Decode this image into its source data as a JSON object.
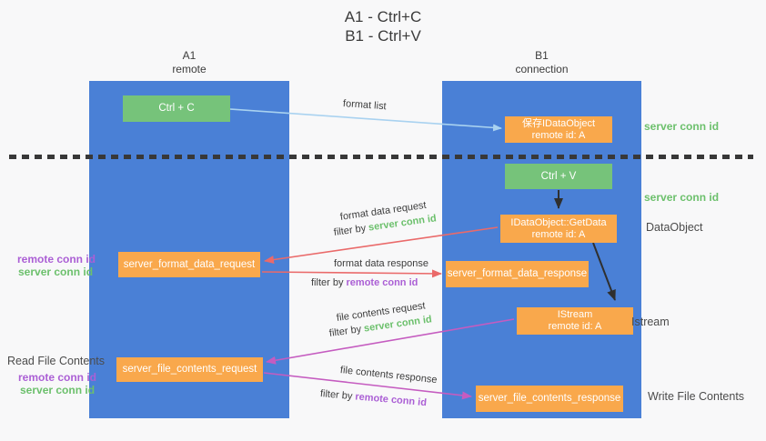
{
  "title": {
    "line1": "A1 - Ctrl+C",
    "line2": "B1 - Ctrl+V"
  },
  "lifelines": {
    "left": {
      "name": "A1",
      "role": "remote"
    },
    "right": {
      "name": "B1",
      "role": "connection"
    }
  },
  "nodes": {
    "ctrl_c": {
      "label": "Ctrl + C"
    },
    "save_dataobject": {
      "line1": "保存IDataObject",
      "line2": "remote id: A"
    },
    "ctrl_v": {
      "label": "Ctrl + V"
    },
    "getdata": {
      "line1": "IDataObject::GetData",
      "line2": "remote id: A"
    },
    "format_request": {
      "label": "server_format_data_request"
    },
    "format_response": {
      "label": "server_format_data_response"
    },
    "istream": {
      "line1": "IStream",
      "line2": "remote id: A"
    },
    "file_request": {
      "label": "server_file_contents_request"
    },
    "file_response": {
      "label": "server_file_contents_response"
    }
  },
  "edges": {
    "format_list": {
      "label": "format list"
    },
    "format_data_request": {
      "label": "format data request",
      "filter_prefix": "filter by ",
      "filter_key": "server conn id"
    },
    "format_data_response": {
      "label": "format data response",
      "filter_prefix": "filter by ",
      "filter_key": "remote conn id"
    },
    "file_contents_request": {
      "label": "file contents request",
      "filter_prefix": "filter by ",
      "filter_key": "server conn id"
    },
    "file_contents_response": {
      "label": "file contents response",
      "filter_prefix": "filter by ",
      "filter_key": "remote conn id"
    }
  },
  "annotations": {
    "server_conn_id_top_right": "server conn id",
    "server_conn_id_mid_right": "server conn id",
    "dataobject_right": "DataObject",
    "istream_right": "Istream",
    "write_file_contents_right": "Write File Contents",
    "remote_conn_id_mid_left": "remote conn id",
    "server_conn_id_mid_left": "server conn id",
    "read_file_contents_left": "Read File Contents",
    "remote_conn_id_bottom_left": "remote conn id",
    "server_conn_id_bottom_left": "server conn id"
  },
  "colors": {
    "background": "#f8f8f9",
    "lifeline_blue": "#4a80d6",
    "node_green": "#76c37a",
    "node_orange": "#f9a84c",
    "arrow_lightblue": "#a9d2f0",
    "arrow_black": "#2f2f2f",
    "arrow_red": "#ea6a6a",
    "arrow_magenta": "#c55cc0",
    "text_green": "#6cc06c",
    "text_purple": "#ab5fd5",
    "dash_line": "#383838"
  }
}
